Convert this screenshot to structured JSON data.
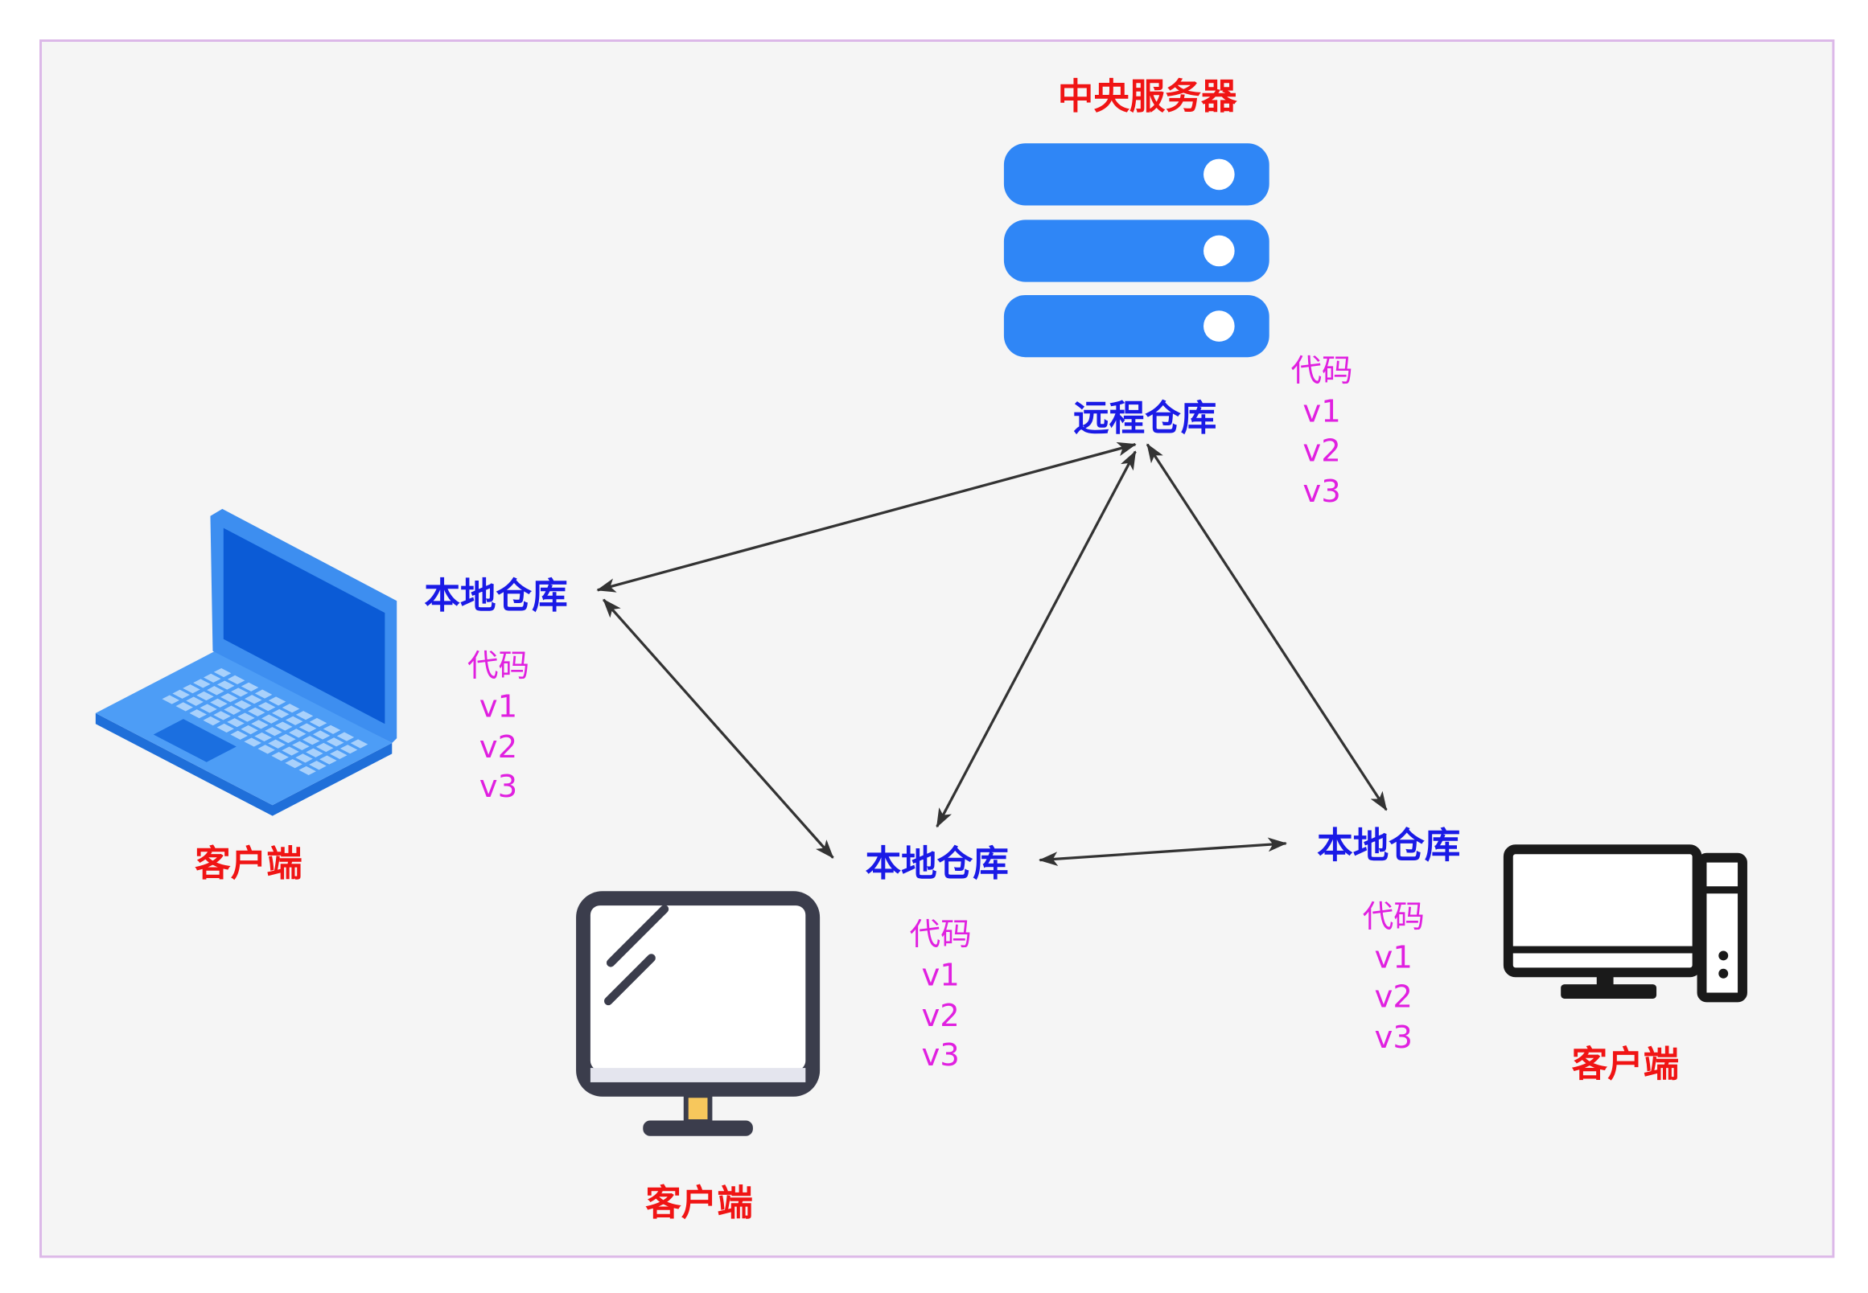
{
  "server": {
    "title": "中央服务器",
    "icon": "server-icon",
    "repo_label": "远程仓库",
    "code": {
      "heading": "代码",
      "versions": [
        "v1",
        "v2",
        "v3"
      ]
    }
  },
  "clients": [
    {
      "icon": "laptop-icon",
      "repo_label": "本地仓库",
      "code": {
        "heading": "代码",
        "versions": [
          "v1",
          "v2",
          "v3"
        ]
      },
      "client_label": "客户端"
    },
    {
      "icon": "monitor-icon",
      "repo_label": "本地仓库",
      "code": {
        "heading": "代码",
        "versions": [
          "v1",
          "v2",
          "v3"
        ]
      },
      "client_label": "客户端"
    },
    {
      "icon": "desktop-computer-icon",
      "repo_label": "本地仓库",
      "code": {
        "heading": "代码",
        "versions": [
          "v1",
          "v2",
          "v3"
        ]
      },
      "client_label": "客户端"
    }
  ],
  "colors": {
    "frame_fill": "#f5f5f5",
    "frame_stroke": "#dcb8e8",
    "label_red": "#f01414",
    "repo_blue": "#1a1ae6",
    "version_magenta": "#e020e0",
    "arrow": "#333333",
    "server_blue": "#2f86f6"
  }
}
